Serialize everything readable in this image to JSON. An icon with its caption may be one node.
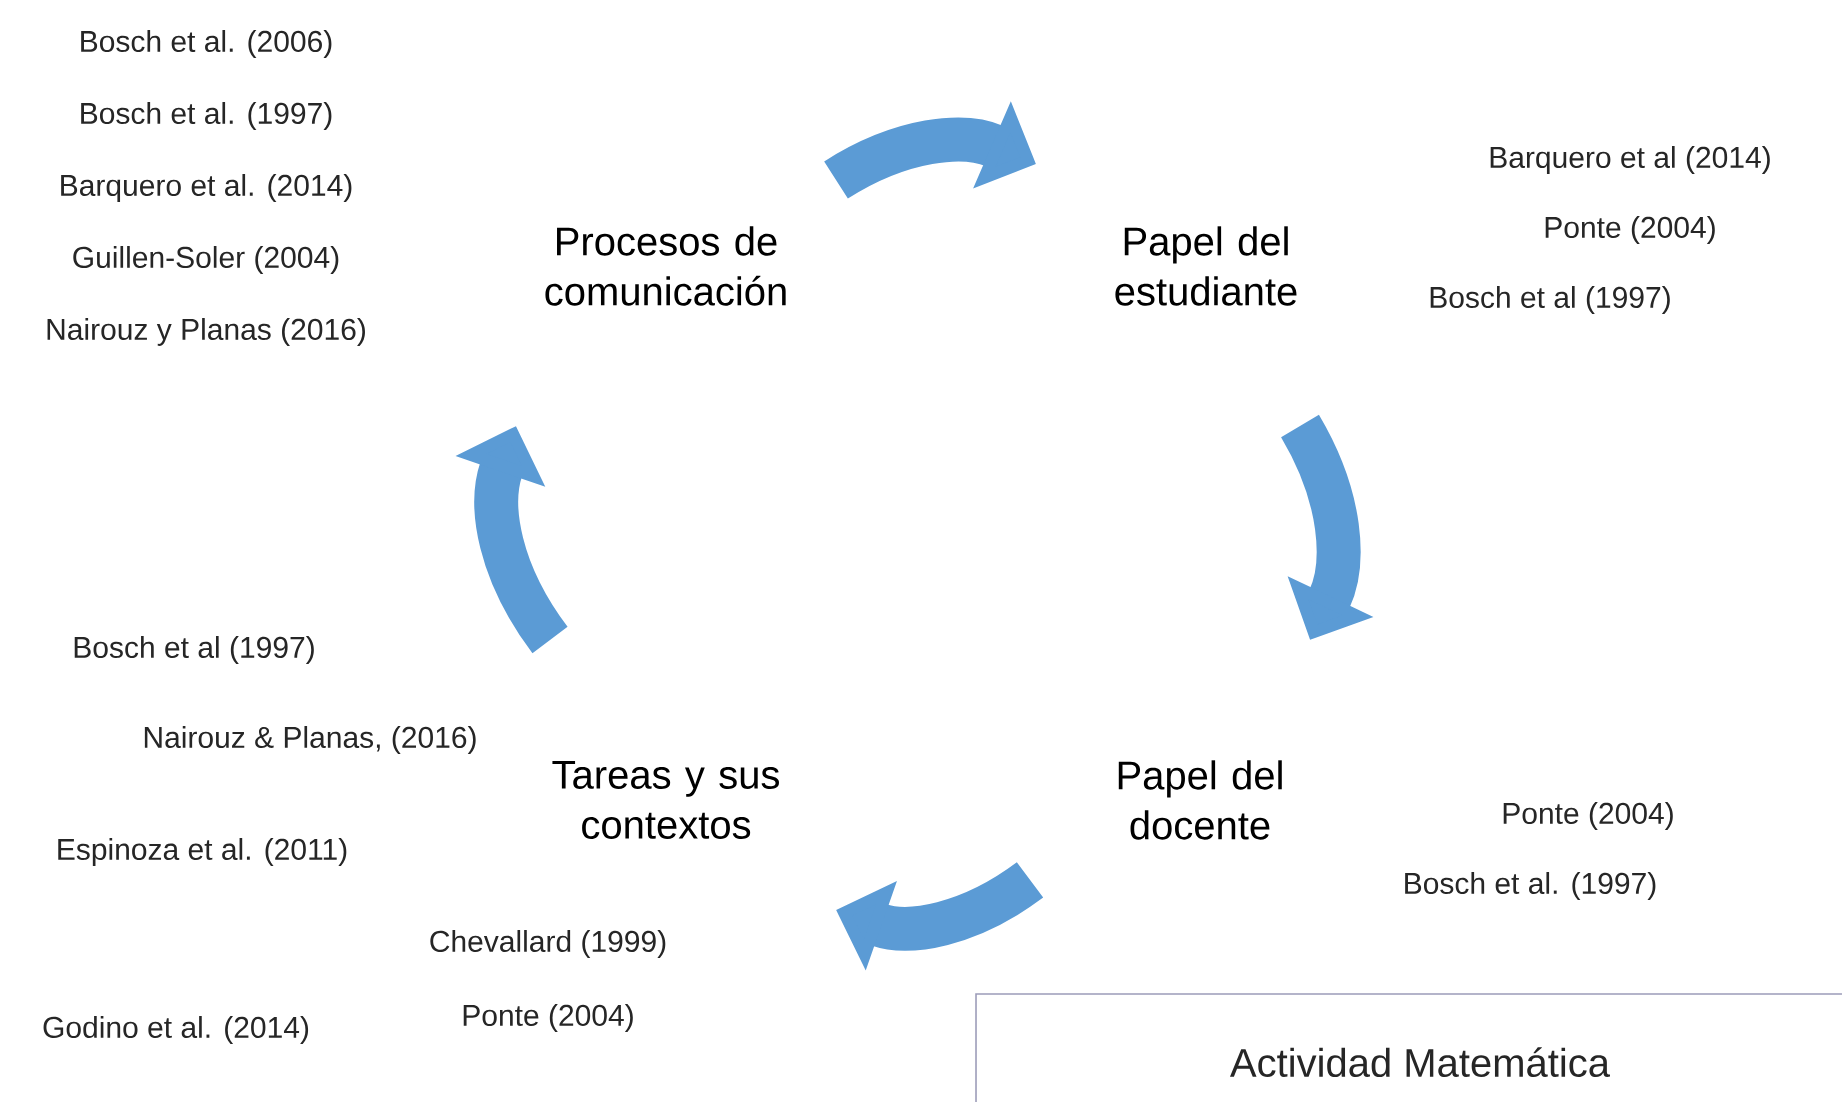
{
  "diagram": {
    "nodes": [
      {
        "text": [
          "Procesos de comunicación"
        ],
        "beside": [
          "Bosch et al. (2006)",
          "Bosch et al. (1997)",
          "Barquero et al. (2014)",
          "Guillen-Soler (2004)",
          "Nairouz y Planas (2016)"
        ]
      },
      {
        "text": [
          "Papel del estudiante"
        ],
        "beside": [
          "Barquero et al (2014)",
          "Ponte (2004)",
          "Bosch et al (1997)"
        ]
      },
      {
        "text": [
          "Papel del docente"
        ],
        "beside": [
          "Ponte (2004)",
          "Bosch et al. (1997)"
        ]
      },
      {
        "text": [
          "Tareas y sus contextos"
        ],
        "beside": [
          "Bosch et al (1997)",
          "Nairouz & Planas, (2016)",
          "Espinoza et al. (2011)",
          "Chevallard (1999)",
          "Ponte (2004)"
        ]
      },
      {
        "text": [
          "Actividad Matemática"
        ]
      }
    ],
    "edges": [
      {
        "from": 0,
        "to": 1,
        "arrow": "to"
      },
      {
        "from": 1,
        "to": 2,
        "arrow": "to"
      },
      {
        "from": 2,
        "to": 3,
        "arrow": "to"
      },
      {
        "from": 3,
        "to": 0,
        "arrow": "to"
      }
    ],
    "labels": [
      "Godino et al. (2014)"
    ]
  }
}
